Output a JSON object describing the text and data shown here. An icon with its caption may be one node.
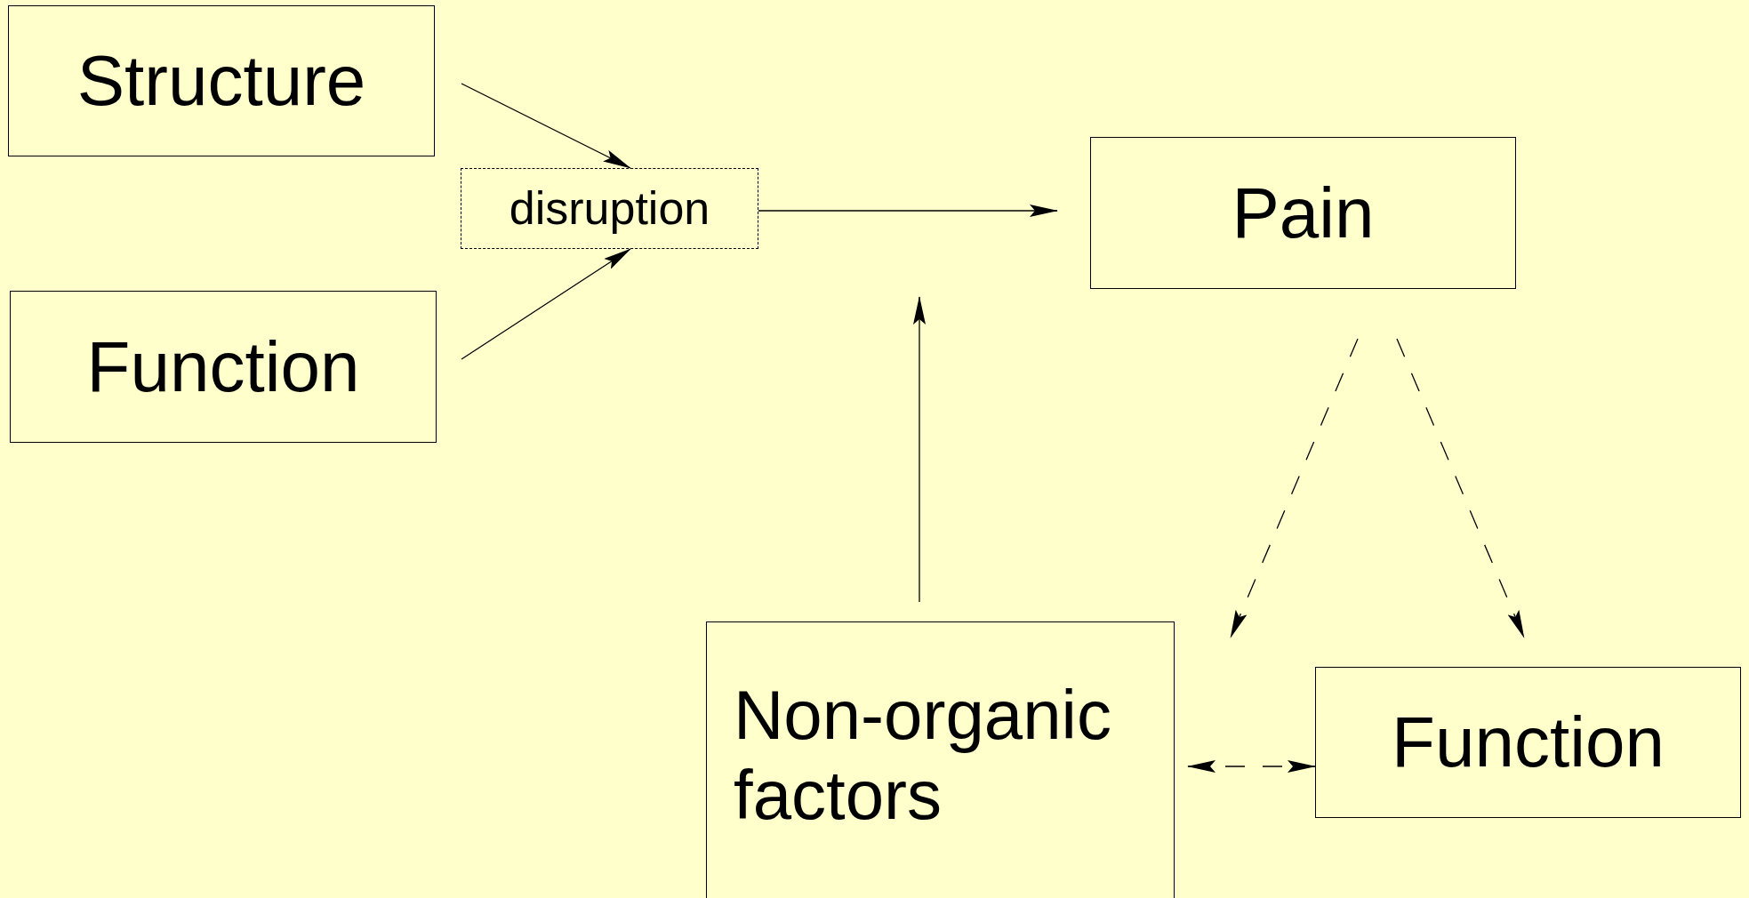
{
  "diagram": {
    "nodes": [
      {
        "text": [
          "Structure"
        ]
      },
      {
        "text": [
          "Function"
        ]
      },
      {
        "text": [
          "disruption"
        ]
      },
      {
        "text": [
          "Pain"
        ]
      },
      {
        "text": [
          "Non-organic factors"
        ]
      },
      {
        "text": [
          "Function"
        ]
      }
    ],
    "edges": [
      {
        "from": 0,
        "to": 2,
        "arrow": "to"
      },
      {
        "from": 1,
        "to": 2,
        "arrow": "to"
      },
      {
        "from": 2,
        "to": 3,
        "arrow": "to"
      },
      {
        "from": 4,
        "to": null,
        "arrow": "to"
      },
      {
        "from": 3,
        "to": 4,
        "arrow": "to",
        "style": "dashed"
      },
      {
        "from": 3,
        "to": 5,
        "arrow": "to",
        "style": "dashed"
      },
      {
        "from": 4,
        "to": 5,
        "arrow": "both",
        "style": "dashed"
      }
    ]
  }
}
